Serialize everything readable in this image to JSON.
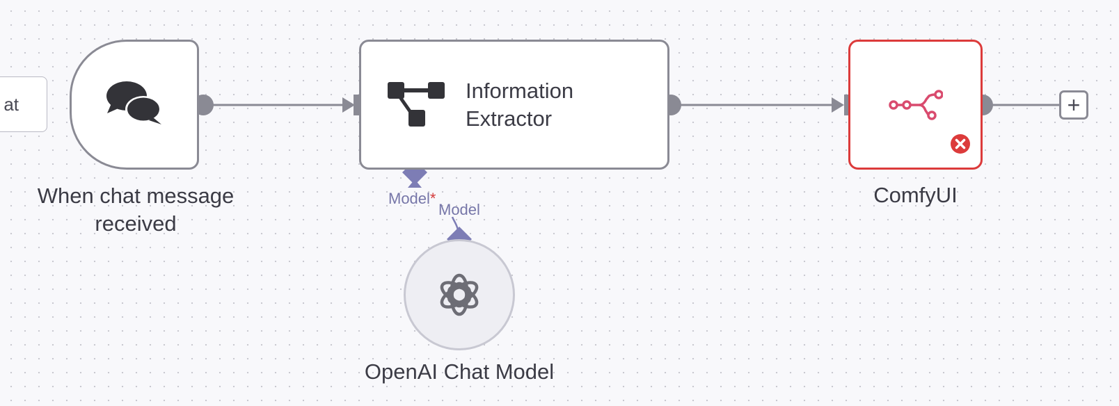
{
  "nodes": {
    "chat_button_partial": "at",
    "trigger": {
      "label": "When chat message received",
      "icon": "chat-bubbles-icon"
    },
    "extractor": {
      "label": "Information\nExtractor",
      "icon": "extractor-tree-icon"
    },
    "comfy": {
      "label": "ComfyUI",
      "icon": "comfyui-icon",
      "status": "error",
      "status_icon": "error-x-icon"
    },
    "openai": {
      "label": "OpenAI Chat Model",
      "icon": "openai-icon"
    }
  },
  "connections": {
    "model_input_label": "Model",
    "model_required_marker": "*",
    "model_output_label": "Model"
  },
  "add_button_label": "+",
  "colors": {
    "canvas_bg": "#f8f8fb",
    "node_border": "#8a8a94",
    "error": "#dc3b3b",
    "ai_connector": "#7d7db5",
    "comfy_accent": "#d94b6e"
  }
}
